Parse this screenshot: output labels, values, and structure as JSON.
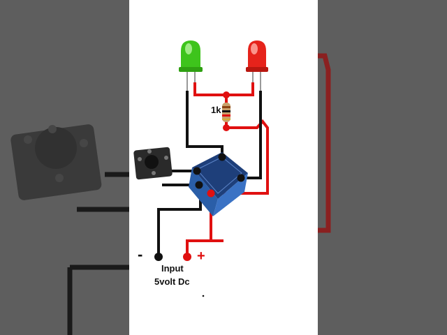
{
  "labels": {
    "resistor": "1k",
    "negative": "-",
    "positive": "+",
    "input_line1": "Input",
    "input_line2": "5volt Dc"
  },
  "colors": {
    "wire_black": "#111111",
    "wire_red": "#e01010",
    "led_green": "#3ec41c",
    "led_red": "#e6231b",
    "relay_blue": "#2a5ea8",
    "panel_bg": "#ffffff",
    "side_bg": "#5e5e5e"
  },
  "icons": {
    "push_button": "tactile-switch-icon",
    "relay": "relay-icon",
    "resistor": "resistor-icon"
  }
}
